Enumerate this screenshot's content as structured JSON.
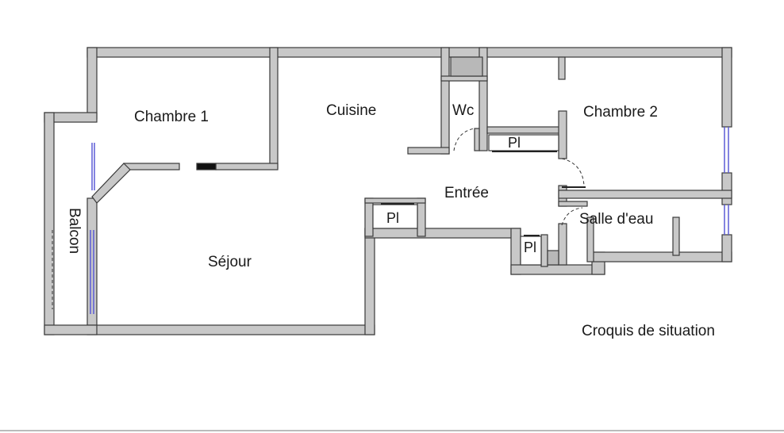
{
  "rooms": {
    "chambre1": "Chambre 1",
    "cuisine": "Cuisine",
    "wc": "Wc",
    "chambre2": "Chambre 2",
    "entree": "Entrée",
    "sejour": "Séjour",
    "salle_eau": "Salle d'eau",
    "balcon": "Balcon",
    "placard_1": "Pl",
    "placard_2": "Pl",
    "placard_3": "Pl"
  },
  "caption": "Croquis de situation"
}
